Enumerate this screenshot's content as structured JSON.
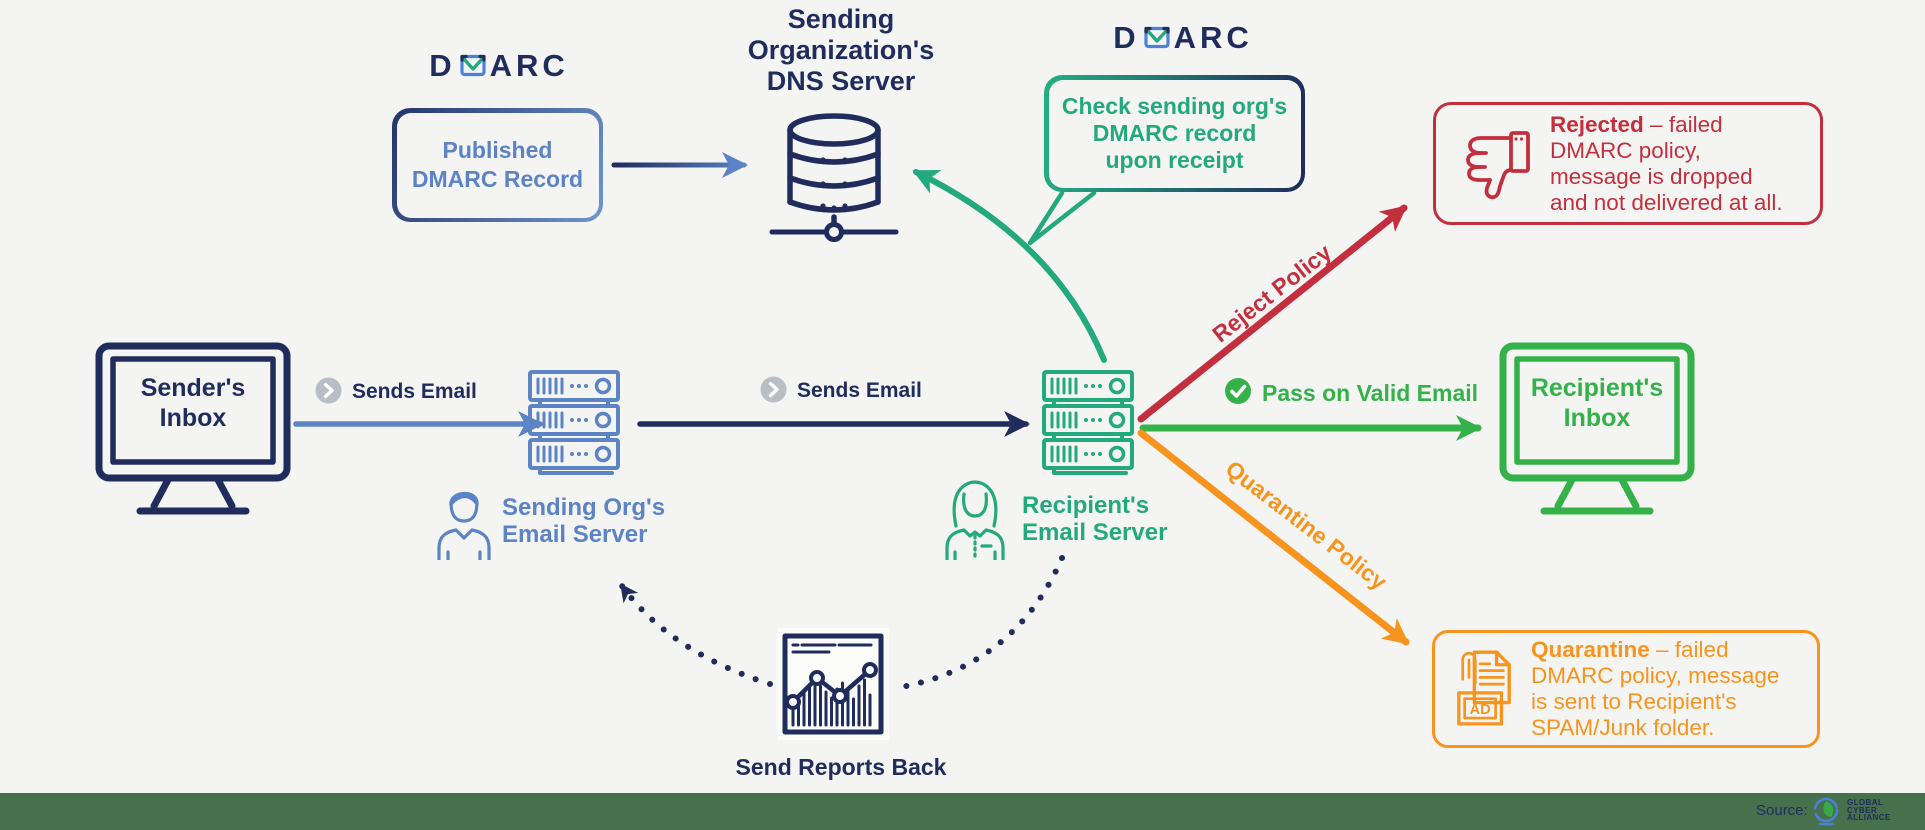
{
  "colors": {
    "navy": "#1f2c5c",
    "blue": "#5b83c5",
    "envblue": "#4a82d9",
    "teal": "#23a97e",
    "green": "#35b14a",
    "red": "#c42f3e",
    "orange": "#f7941e",
    "gray": "#b9bdc4",
    "bg": "#f4f4f3",
    "footerbar": "#47704d"
  },
  "logos": {
    "dmarc_left": "D",
    "dmarc_right": "ARC"
  },
  "published_box": {
    "line1": "Published",
    "line2": "DMARC Record"
  },
  "dns_server": {
    "title1": "Sending",
    "title2": "Organization's",
    "title3": "DNS Server"
  },
  "check_box": {
    "line1": "Check sending org's",
    "line2": "DMARC record",
    "line3": "upon receipt"
  },
  "rejected_box": {
    "title": "Rejected",
    "line1": " – failed",
    "line2": "DMARC policy,",
    "line3": "message is dropped",
    "line4": "and not delivered at all."
  },
  "sender_inbox": {
    "line1": "Sender's",
    "line2": "Inbox"
  },
  "labels": {
    "sends_email_1": "Sends Email",
    "sends_email_2": "Sends Email",
    "reject_policy": "Reject Policy",
    "pass_valid": "Pass on Valid Email",
    "quarantine_policy": "Quarantine Policy",
    "send_reports": "Send Reports Back"
  },
  "sending_server": {
    "line1": "Sending Org's",
    "line2": "Email Server"
  },
  "recipient_server": {
    "line1": "Recipient's",
    "line2": "Email Server"
  },
  "recipient_inbox": {
    "line1": "Recipient's",
    "line2": "Inbox"
  },
  "quarantine_box": {
    "title": "Quarantine",
    "line1": " – failed",
    "line2": "DMARC policy, message",
    "line3": "is sent to Recipient's",
    "line4": "SPAM/Junk folder.",
    "icon_label": "AD"
  },
  "footer": {
    "source": "Source:",
    "org1": "GLOBAL",
    "org2": "CYBER",
    "org3": "ALLIANCE"
  }
}
